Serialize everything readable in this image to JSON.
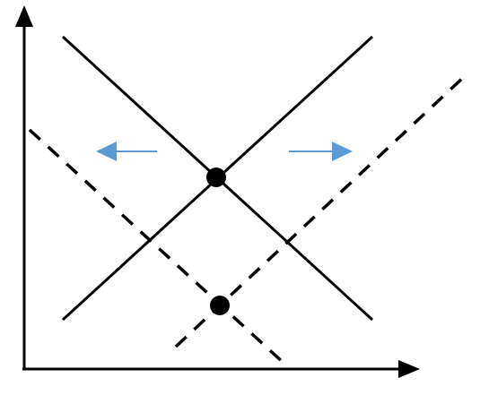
{
  "diagram": {
    "type": "supply-demand-shift",
    "axes": {
      "x_label": "",
      "y_label": ""
    },
    "lines": [
      {
        "name": "original-demand-line",
        "style": "solid"
      },
      {
        "name": "original-supply-line",
        "style": "solid"
      },
      {
        "name": "shifted-demand-line",
        "style": "dashed"
      },
      {
        "name": "shifted-supply-line",
        "style": "dashed"
      }
    ],
    "points": [
      {
        "name": "original-equilibrium-point"
      },
      {
        "name": "new-equilibrium-point"
      }
    ],
    "arrows": [
      {
        "name": "demand-shift-left-arrow",
        "direction": "left",
        "color": "#5B9BD5"
      },
      {
        "name": "supply-shift-right-arrow",
        "direction": "right",
        "color": "#5B9BD5"
      }
    ],
    "colors": {
      "lines": "#000000",
      "arrows": "#5B9BD5",
      "background": "#ffffff"
    }
  }
}
